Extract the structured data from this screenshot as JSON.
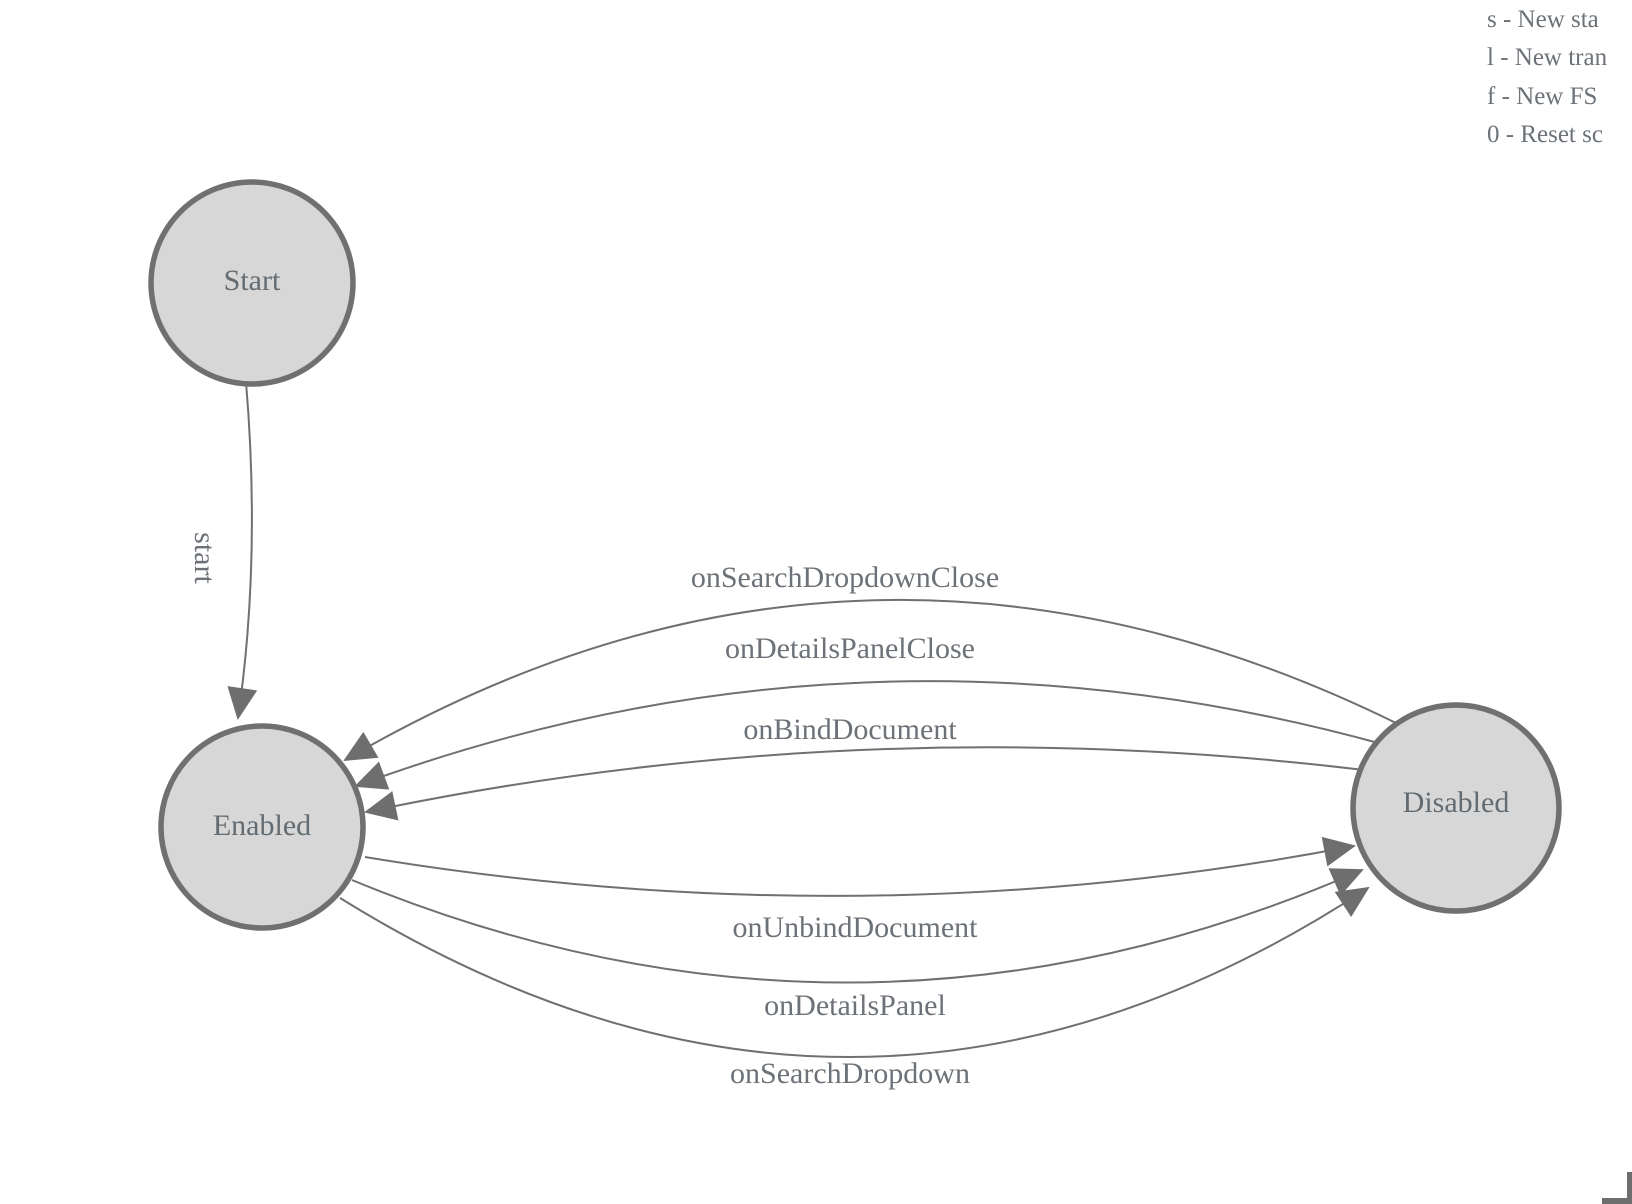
{
  "diagram": {
    "nodes": [
      {
        "id": "start",
        "label": "Start"
      },
      {
        "id": "enabled",
        "label": "Enabled"
      },
      {
        "id": "disabled",
        "label": "Disabled"
      }
    ],
    "edges": [
      {
        "label": "start",
        "from": "Start",
        "to": "Enabled"
      },
      {
        "label": "onSearchDropdownClose",
        "from": "Disabled",
        "to": "Enabled"
      },
      {
        "label": "onDetailsPanelClose",
        "from": "Disabled",
        "to": "Enabled"
      },
      {
        "label": "onBindDocument",
        "from": "Disabled",
        "to": "Enabled"
      },
      {
        "label": "onUnbindDocument",
        "from": "Enabled",
        "to": "Disabled"
      },
      {
        "label": "onDetailsPanel",
        "from": "Enabled",
        "to": "Disabled"
      },
      {
        "label": "onSearchDropdown",
        "from": "Enabled",
        "to": "Disabled"
      }
    ],
    "colors": {
      "node_fill": "#d7d7d7",
      "node_stroke": "#707070",
      "edge_stroke": "#707070",
      "arrowhead": "#6e6e6e",
      "text": "#6c7278"
    }
  },
  "legend": {
    "lines": [
      "s - New sta",
      "l - New tran",
      "f - New FS",
      "0 - Reset sc"
    ]
  }
}
